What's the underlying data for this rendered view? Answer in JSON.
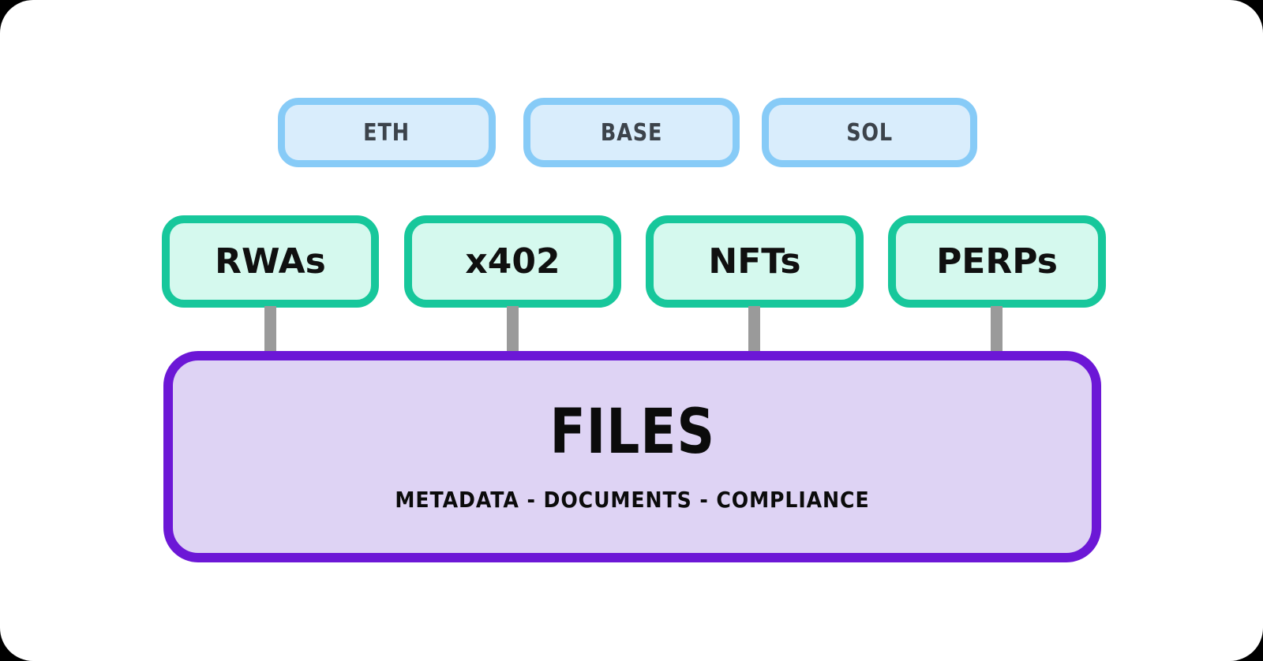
{
  "colors": {
    "page_bg": "#000000",
    "card_bg": "#ffffff",
    "chain_border": "#87cbf7",
    "chain_fill": "#d9edfc",
    "chain_text": "#3c434b",
    "asset_border": "#17c79b",
    "asset_fill": "#d5f9ee",
    "asset_text": "#101010",
    "connector": "#9a9a9a",
    "files_border": "#6c17d6",
    "files_fill": "#ded3f4",
    "files_text": "#0b0b0b"
  },
  "chains": {
    "items": [
      {
        "label": "ETH"
      },
      {
        "label": "BASE"
      },
      {
        "label": "SOL"
      }
    ]
  },
  "assets": {
    "items": [
      {
        "label": "RWAs"
      },
      {
        "label": "x402"
      },
      {
        "label": "NFTs"
      },
      {
        "label": "PERPs"
      }
    ]
  },
  "files": {
    "title": "FILES",
    "subtitle": "METADATA - DOCUMENTS - COMPLIANCE"
  }
}
